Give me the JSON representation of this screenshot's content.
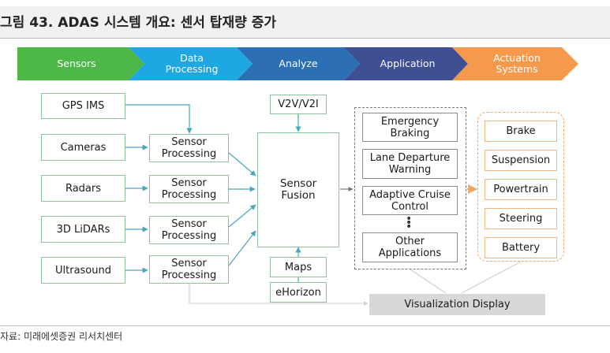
{
  "title": "그림 43. ADAS 시스템 개요: 센서 탑재량 증가",
  "source": "자료: 미래에셋증권 리서치센터",
  "stages": [
    {
      "label": "Sensors",
      "color": "#4db848"
    },
    {
      "label": "Data\nProcessing",
      "color": "#1ea7e1"
    },
    {
      "label": "Analyze",
      "color": "#2c6fb5"
    },
    {
      "label": "Application",
      "color": "#3f4f93"
    },
    {
      "label": "Actuation\nSystems",
      "color": "#f59a4d"
    }
  ],
  "sensors": [
    "GPS IMS",
    "Cameras",
    "Radars",
    "3D LiDARs",
    "Ultrasound"
  ],
  "processing_label": "Sensor\nProcessing",
  "v2v": "V2V/V2I",
  "fusion": "Sensor\nFusion",
  "maps": "Maps",
  "ehorizon": "eHorizon",
  "applications": [
    "Emergency\nBraking",
    "Lane Departure\nWarning",
    "Adaptive Cruise\nControl",
    "Other\nApplications"
  ],
  "actuation": [
    "Brake",
    "Suspension",
    "Powertrain",
    "Steering",
    "Battery"
  ],
  "visualization": "Visualization Display",
  "colors": {
    "green_border": "#8fc3a0",
    "green_arrow": "#4aa9b8",
    "orange_border": "#f0b686"
  }
}
